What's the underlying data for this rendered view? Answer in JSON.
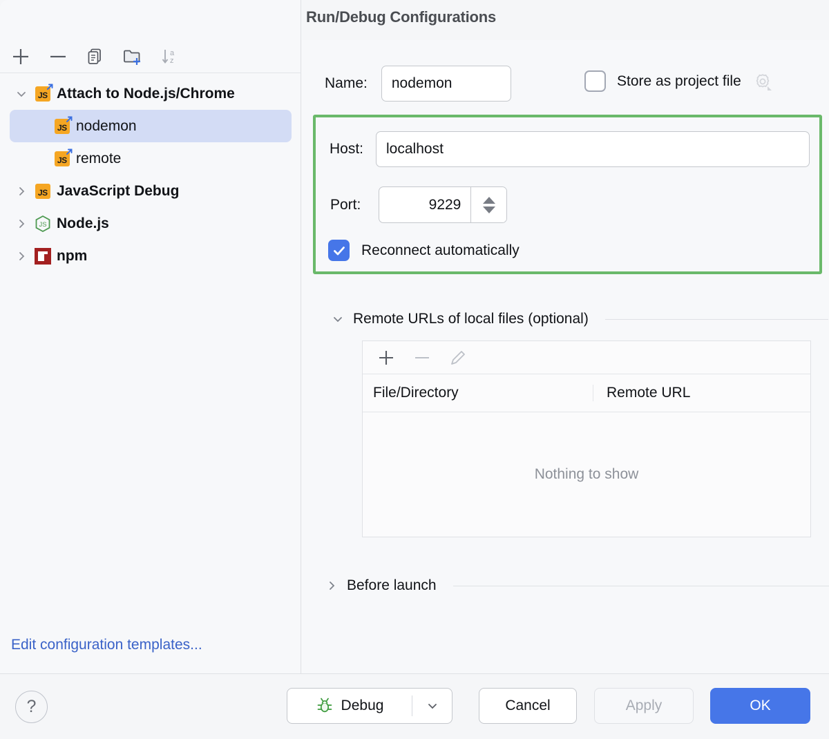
{
  "window": {
    "title": "Run/Debug Configurations",
    "traffic_lights": [
      "close-red",
      "minimize-amber",
      "maximize-green"
    ]
  },
  "left_pane": {
    "toolbar": [
      {
        "name": "add-configuration-button",
        "icon": "plus-icon"
      },
      {
        "name": "remove-configuration-button",
        "icon": "minus-icon"
      },
      {
        "name": "copy-configuration-button",
        "icon": "copy-icon"
      },
      {
        "name": "new-folder-button",
        "icon": "folder-add-icon"
      },
      {
        "name": "sort-configurations-button",
        "icon": "sort-alphabetical-icon"
      }
    ],
    "tree": [
      {
        "label": "Attach to Node.js/Chrome",
        "icon": "js-attach-icon",
        "depth": 1,
        "expanded": true,
        "bold": true,
        "selected": false
      },
      {
        "label": "nodemon",
        "icon": "js-attach-icon",
        "depth": 2,
        "expanded": null,
        "bold": false,
        "selected": true
      },
      {
        "label": "remote",
        "icon": "js-attach-icon",
        "depth": 2,
        "expanded": null,
        "bold": false,
        "selected": false
      },
      {
        "label": "JavaScript Debug",
        "icon": "js-icon",
        "depth": 1,
        "expanded": false,
        "bold": true,
        "selected": false
      },
      {
        "label": "Node.js",
        "icon": "nodejs-icon",
        "depth": 1,
        "expanded": false,
        "bold": true,
        "selected": false
      },
      {
        "label": "npm",
        "icon": "npm-icon",
        "depth": 1,
        "expanded": false,
        "bold": true,
        "selected": false
      }
    ],
    "edit_templates_link": "Edit configuration templates..."
  },
  "form": {
    "name_label": "Name:",
    "name_value": "nodemon",
    "store_as_project_file_label": "Store as project file",
    "store_as_project_file_checked": false,
    "host_label": "Host:",
    "host_value": "localhost",
    "port_label": "Port:",
    "port_value": "9229",
    "reconnect_label": "Reconnect automatically",
    "reconnect_checked": true,
    "highlight_color": "#6ab96a"
  },
  "remote_urls": {
    "section_title": "Remote URLs of local files (optional)",
    "expanded": true,
    "toolbar": [
      {
        "name": "add-remote-url-button",
        "icon": "plus-icon",
        "enabled": true
      },
      {
        "name": "remove-remote-url-button",
        "icon": "minus-icon",
        "enabled": false
      },
      {
        "name": "edit-remote-url-button",
        "icon": "pencil-icon",
        "enabled": false
      }
    ],
    "columns": [
      "File/Directory",
      "Remote URL"
    ],
    "rows": [],
    "empty_text": "Nothing to show"
  },
  "before_launch": {
    "section_title": "Before launch",
    "expanded": false
  },
  "footer": {
    "help_label": "?",
    "debug_label": "Debug",
    "cancel_label": "Cancel",
    "apply_label": "Apply",
    "ok_label": "OK",
    "apply_enabled": false,
    "ok_color": "#4676e8"
  }
}
